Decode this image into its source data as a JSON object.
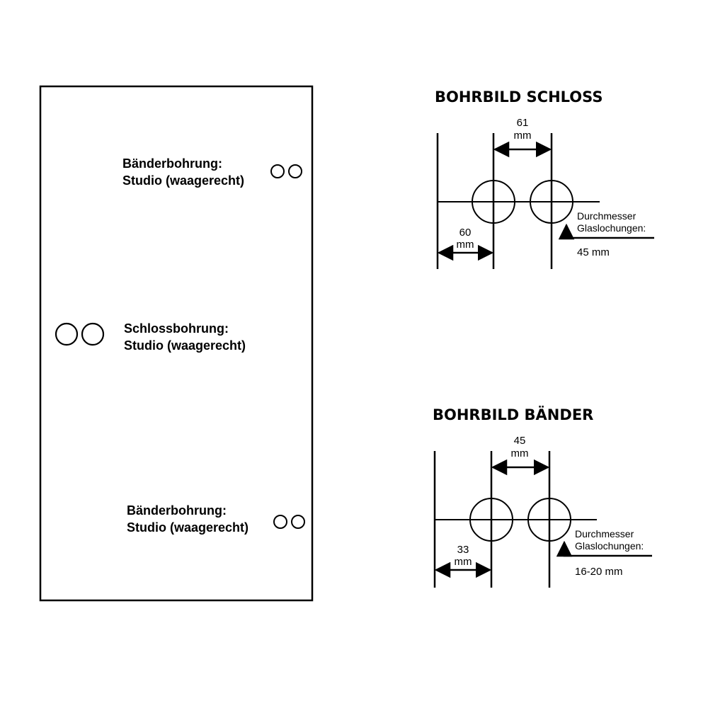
{
  "door": {
    "hinge_top": {
      "line1": "Bänderbohrung:",
      "line2": "Studio (waagerecht)"
    },
    "lock": {
      "line1": "Schlossbohrung:",
      "line2": "Studio (waagerecht)"
    },
    "hinge_bottom": {
      "line1": "Bänderbohrung:",
      "line2": "Studio (waagerecht)"
    }
  },
  "schloss": {
    "title": "BOHRBILD SCHLOSS",
    "spacing_value": "61",
    "spacing_unit": "mm",
    "edge_value": "60",
    "edge_unit": "mm",
    "diameter_label_1": "Durchmesser",
    "diameter_label_2": "Glaslochungen:",
    "diameter_value": "45 mm"
  },
  "baender": {
    "title": "BOHRBILD BÄNDER",
    "spacing_value": "45",
    "spacing_unit": "mm",
    "edge_value": "33",
    "edge_unit": "mm",
    "diameter_label_1": "Durchmesser",
    "diameter_label_2": "Glaslochungen:",
    "diameter_value": "16-20 mm"
  }
}
